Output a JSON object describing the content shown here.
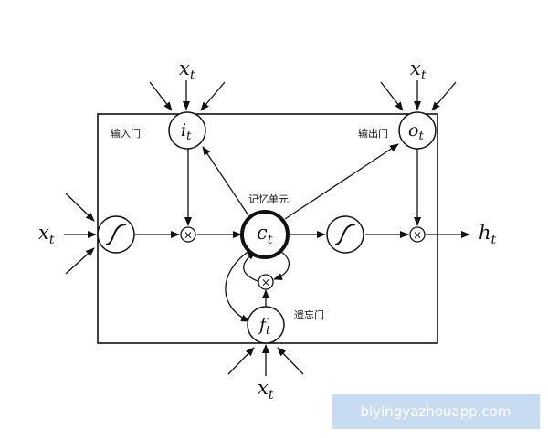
{
  "labels": {
    "input_gate": "输入门",
    "output_gate": "输出门",
    "memory_cell": "记忆单元",
    "forget_gate": "遗忘门"
  },
  "symbols": {
    "x": "x",
    "t": "t",
    "i": "i",
    "o": "o",
    "c": "c",
    "f": "f",
    "h": "h",
    "multiply": "×"
  },
  "watermark": "biyingyazhouapp.com"
}
